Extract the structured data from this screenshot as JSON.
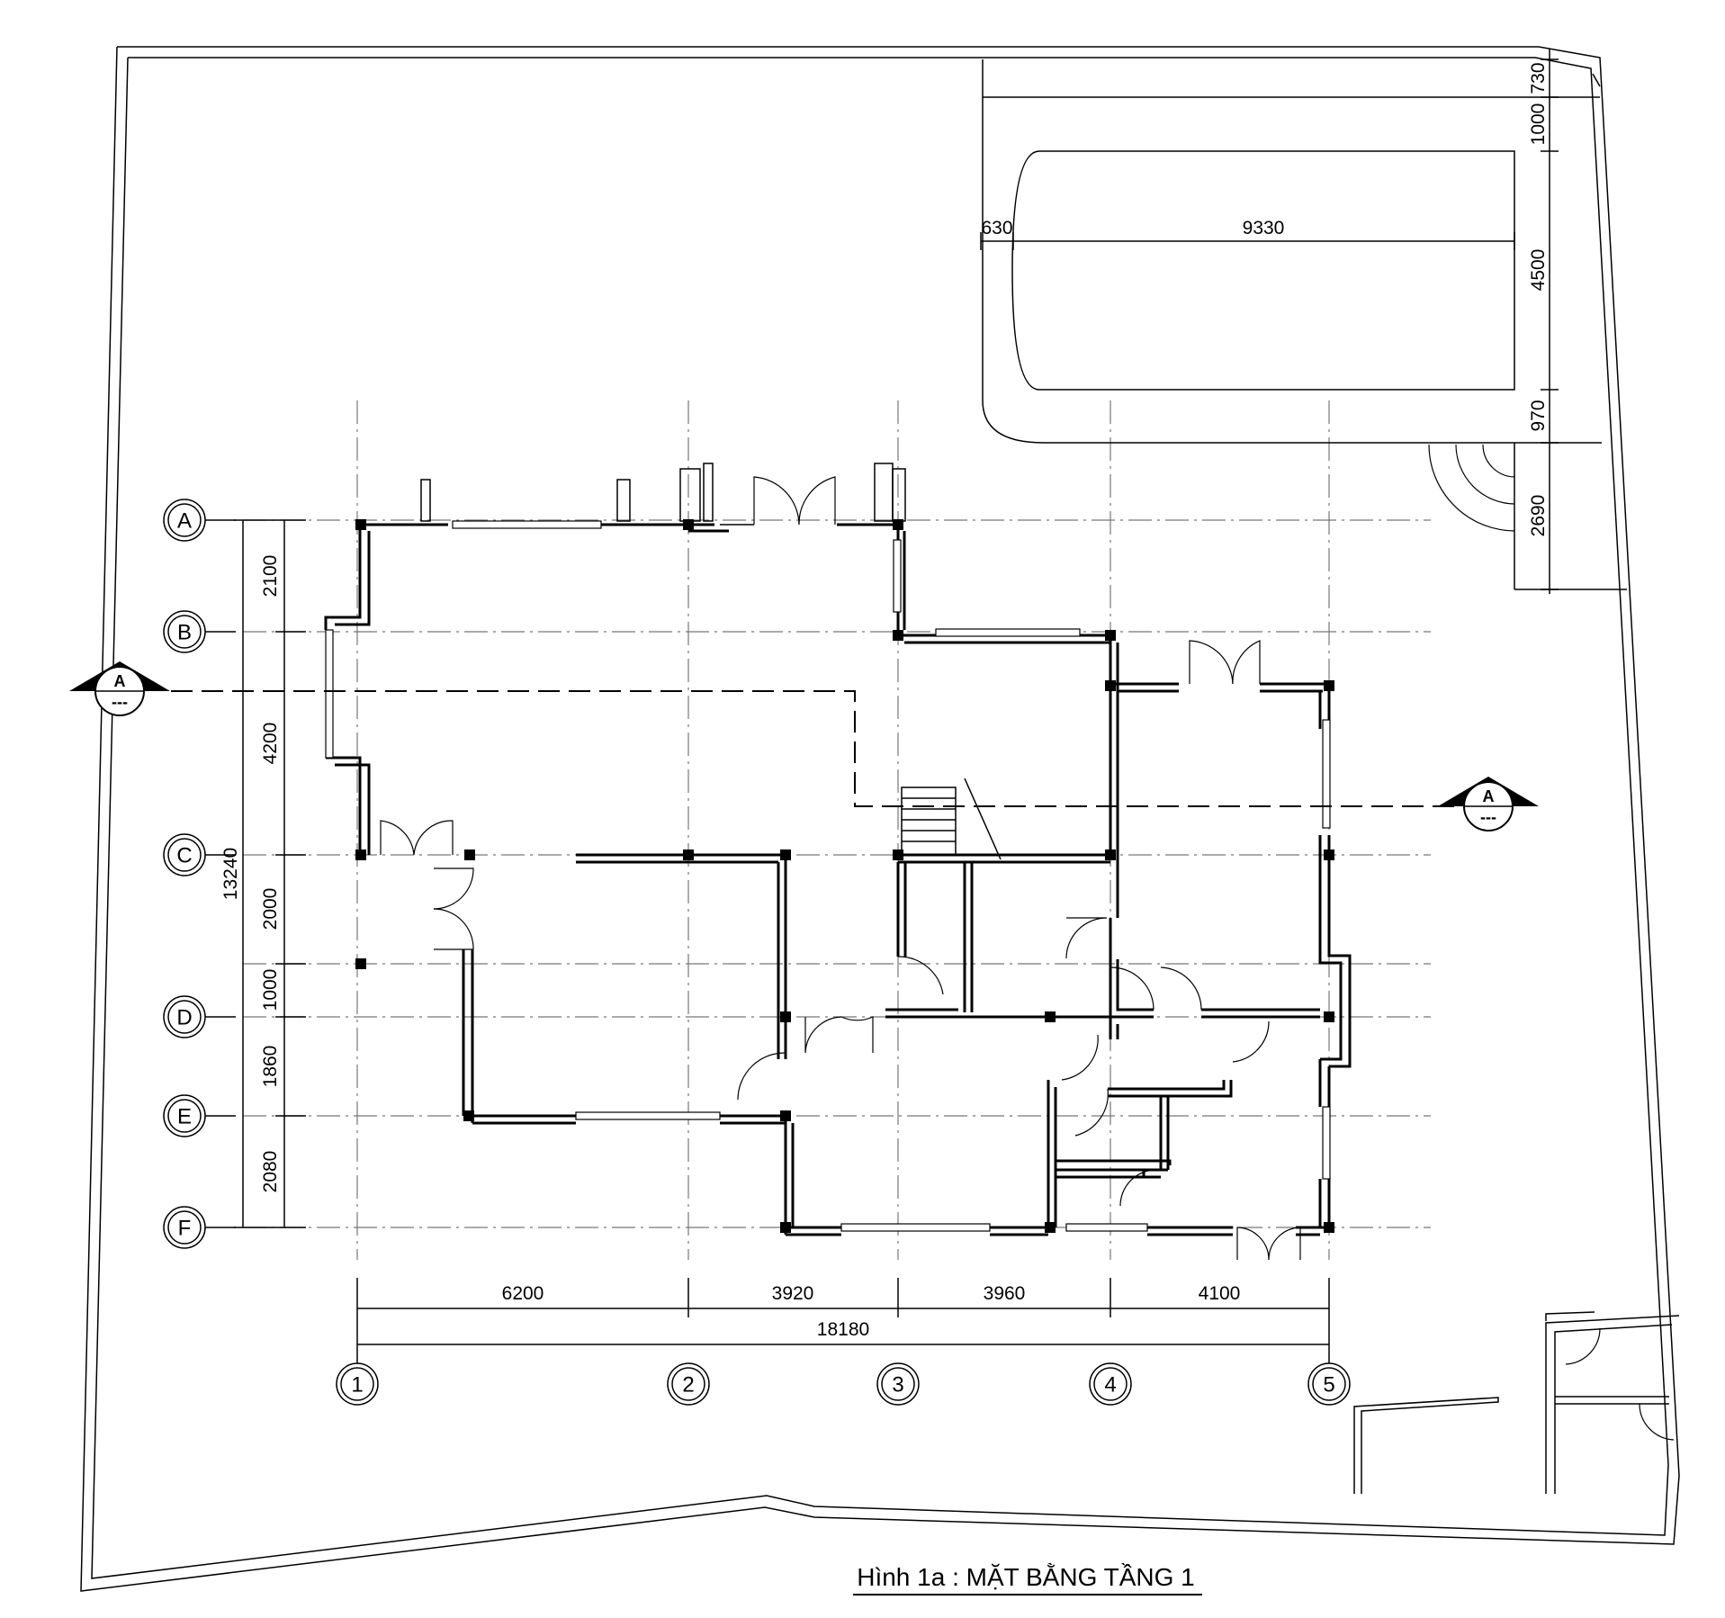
{
  "title": "Hình 1a : MẶT BẰNG TẦNG 1",
  "axes": {
    "rows": [
      "A",
      "B",
      "C",
      "D",
      "E",
      "F"
    ],
    "columns": [
      "1",
      "2",
      "3",
      "4",
      "5"
    ]
  },
  "section_marker": {
    "label": "A",
    "sublabel": "---"
  },
  "dimensions": {
    "row_spacings": [
      "2100",
      "4200",
      "2000",
      "1000",
      "1860",
      "2080"
    ],
    "row_total": "13240",
    "column_spacings": [
      "6200",
      "3920",
      "3960",
      "4100"
    ],
    "column_total": "18180",
    "pool_widths": [
      "630",
      "9330"
    ],
    "pool_heights": [
      "730",
      "1000",
      "4500",
      "970",
      "2690"
    ]
  }
}
